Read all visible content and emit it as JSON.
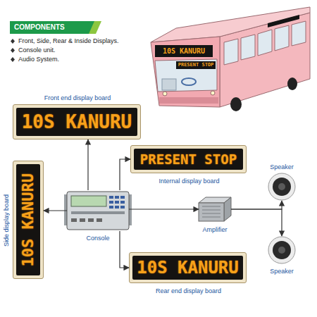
{
  "diagram": {
    "title": "COMPONENTS",
    "nodes": [
      {
        "text": [
          "Front end display board",
          "10S KANURU"
        ]
      },
      {
        "text": [
          "PRESENT STOP",
          "Internal display board"
        ]
      },
      {
        "text": [
          "Side display board",
          "10S KANURU"
        ]
      },
      {
        "text": [
          "Speaker"
        ]
      },
      {
        "text": [
          "Console"
        ]
      },
      {
        "text": [
          "Amplifier"
        ]
      },
      {
        "text": [
          "Speaker"
        ]
      },
      {
        "text": [
          "10S KANURU",
          "Rear end display board"
        ]
      }
    ],
    "edges": [
      {
        "from": 4,
        "to": 0,
        "arrow": "to"
      },
      {
        "from": 4,
        "to": 1,
        "arrow": "to"
      },
      {
        "from": 4,
        "to": 2,
        "arrow": "to"
      },
      {
        "from": 4,
        "to": 7,
        "arrow": "to"
      },
      {
        "from": 4,
        "to": 5,
        "arrow": "to"
      },
      {
        "from": 5,
        "to": 3,
        "arrow": "to"
      },
      {
        "from": 5,
        "to": 6,
        "arrow": "to"
      }
    ],
    "labels": [
      "Front, Side, Rear & Inside Displays.",
      "Console unit.",
      "Audio System.",
      "10S KANURU",
      "PRESENT STOP"
    ]
  }
}
